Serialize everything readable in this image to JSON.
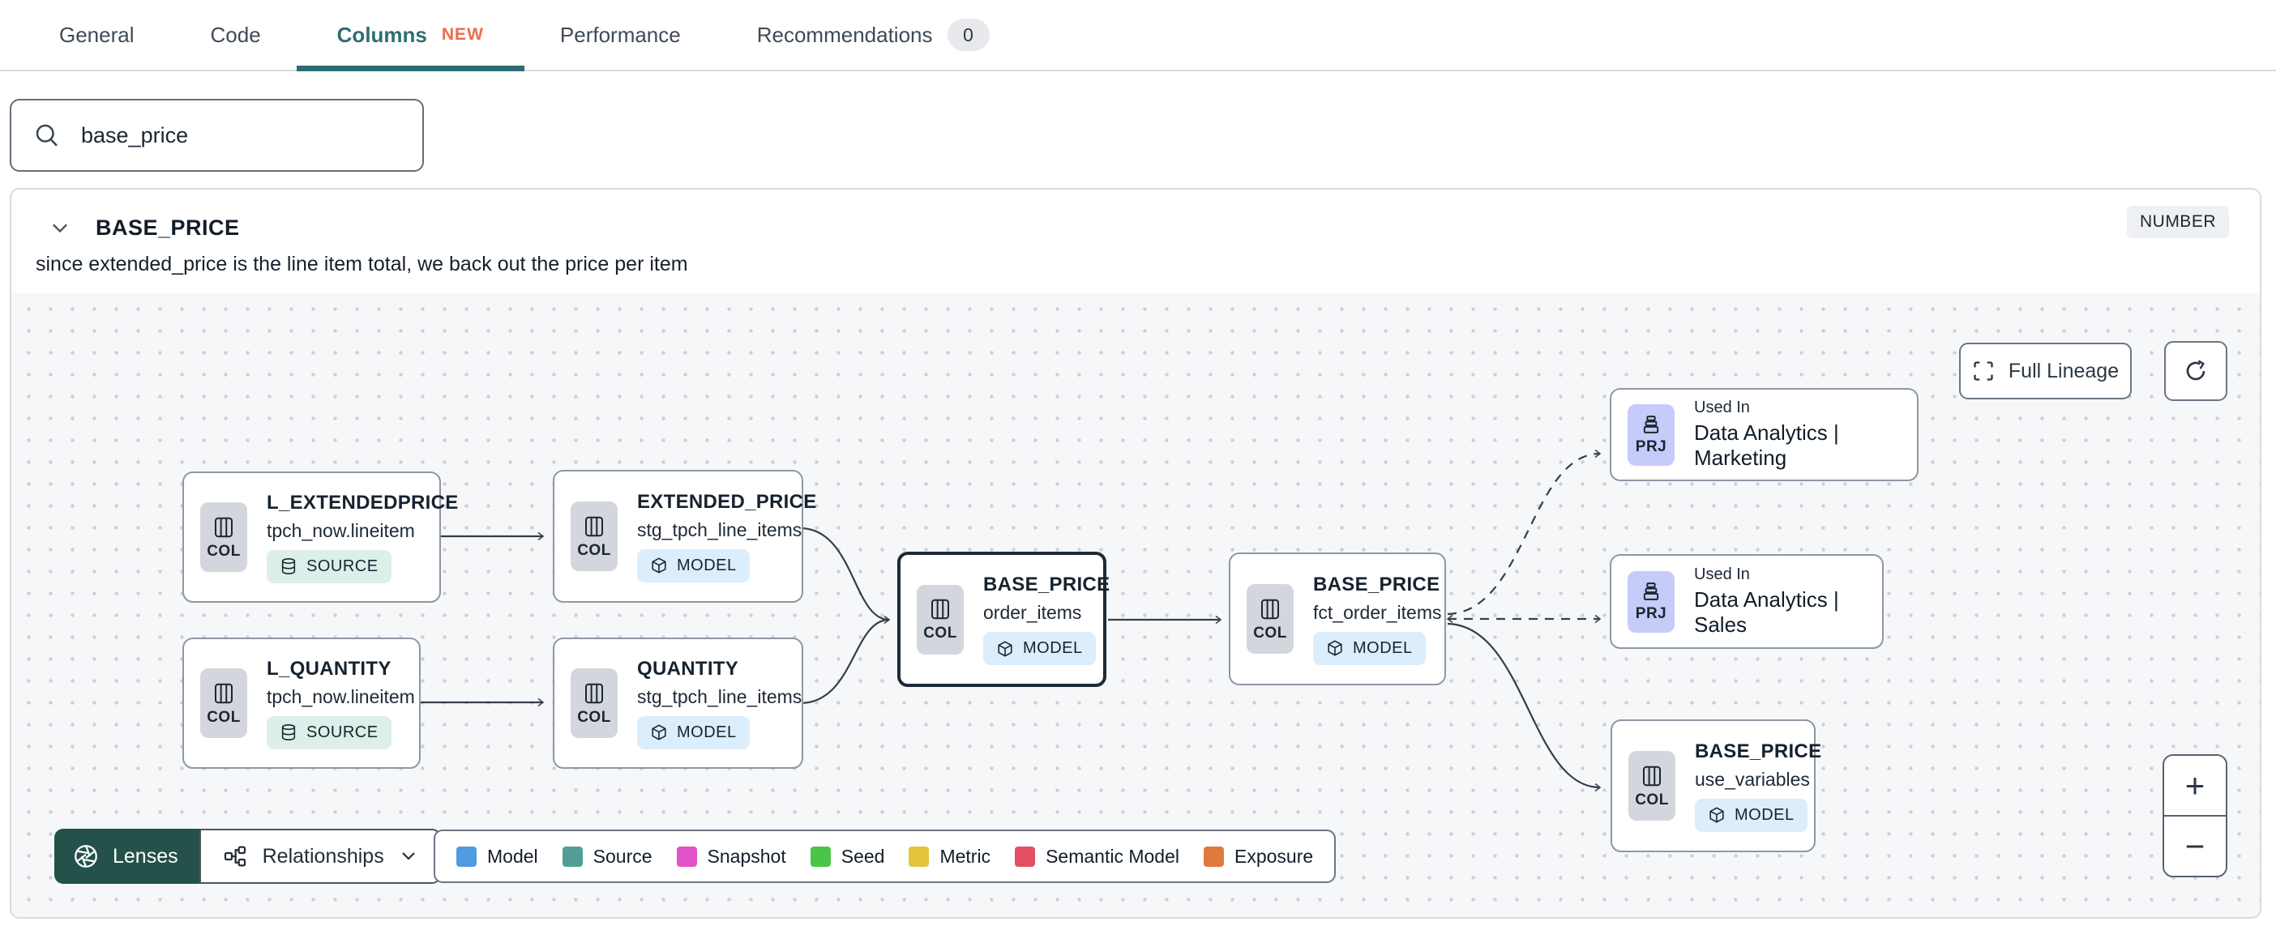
{
  "tabs": {
    "items": [
      {
        "label": "General"
      },
      {
        "label": "Code"
      },
      {
        "label": "Columns",
        "badge": "NEW",
        "active": true
      },
      {
        "label": "Performance"
      },
      {
        "label": "Recommendations",
        "count": "0"
      }
    ]
  },
  "search": {
    "value": "base_price"
  },
  "panel": {
    "title": "BASE_PRICE",
    "type_badge": "NUMBER",
    "description": "since extended_price is the line item total, we back out the price per item"
  },
  "lineage": {
    "controls": {
      "full_lineage": "Full Lineage",
      "zoom_in": "+",
      "zoom_out": "−"
    },
    "toolbar": {
      "lenses": "Lenses",
      "relationships": "Relationships"
    },
    "legend": {
      "items": [
        {
          "label": "Model",
          "color": "#4e9be0"
        },
        {
          "label": "Source",
          "color": "#539d97"
        },
        {
          "label": "Snapshot",
          "color": "#e052c8"
        },
        {
          "label": "Seed",
          "color": "#4cc447"
        },
        {
          "label": "Metric",
          "color": "#e2c43d"
        },
        {
          "label": "Semantic Model",
          "color": "#e24f63"
        },
        {
          "label": "Exposure",
          "color": "#df7a3e"
        }
      ]
    },
    "nodes": [
      {
        "icon_label": "COL",
        "title": "L_EXTENDEDPRICE",
        "subtitle": "tpch_now.lineitem",
        "badge": "SOURCE"
      },
      {
        "icon_label": "COL",
        "title": "EXTENDED_PRICE",
        "subtitle": "stg_tpch_line_items",
        "badge": "MODEL"
      },
      {
        "icon_label": "COL",
        "title": "L_QUANTITY",
        "subtitle": "tpch_now.lineitem",
        "badge": "SOURCE"
      },
      {
        "icon_label": "COL",
        "title": "QUANTITY",
        "subtitle": "stg_tpch_line_items",
        "badge": "MODEL"
      },
      {
        "icon_label": "COL",
        "title": "BASE_PRICE",
        "subtitle": "order_items",
        "badge": "MODEL",
        "selected": true
      },
      {
        "icon_label": "COL",
        "title": "BASE_PRICE",
        "subtitle": "fct_order_items",
        "badge": "MODEL"
      },
      {
        "icon_label": "PRJ",
        "eyebrow": "Used In",
        "title": "Data Analytics | Marketing"
      },
      {
        "icon_label": "PRJ",
        "eyebrow": "Used In",
        "title": "Data Analytics | Sales"
      },
      {
        "icon_label": "COL",
        "title": "BASE_PRICE",
        "subtitle": "use_variables",
        "badge": "MODEL"
      }
    ],
    "edges": [
      {
        "from": "L_EXTENDEDPRICE",
        "to": "EXTENDED_PRICE",
        "style": "solid"
      },
      {
        "from": "L_QUANTITY",
        "to": "QUANTITY",
        "style": "solid"
      },
      {
        "from": "EXTENDED_PRICE",
        "to": "BASE_PRICE.order_items",
        "style": "solid"
      },
      {
        "from": "QUANTITY",
        "to": "BASE_PRICE.order_items",
        "style": "solid"
      },
      {
        "from": "BASE_PRICE.order_items",
        "to": "BASE_PRICE.fct_order_items",
        "style": "solid"
      },
      {
        "from": "BASE_PRICE.fct_order_items",
        "to": "Data Analytics | Marketing",
        "style": "dashed"
      },
      {
        "from": "BASE_PRICE.fct_order_items",
        "to": "Data Analytics | Sales",
        "style": "dashed"
      },
      {
        "from": "BASE_PRICE.fct_order_items",
        "to": "BASE_PRICE.use_variables",
        "style": "solid"
      }
    ]
  }
}
